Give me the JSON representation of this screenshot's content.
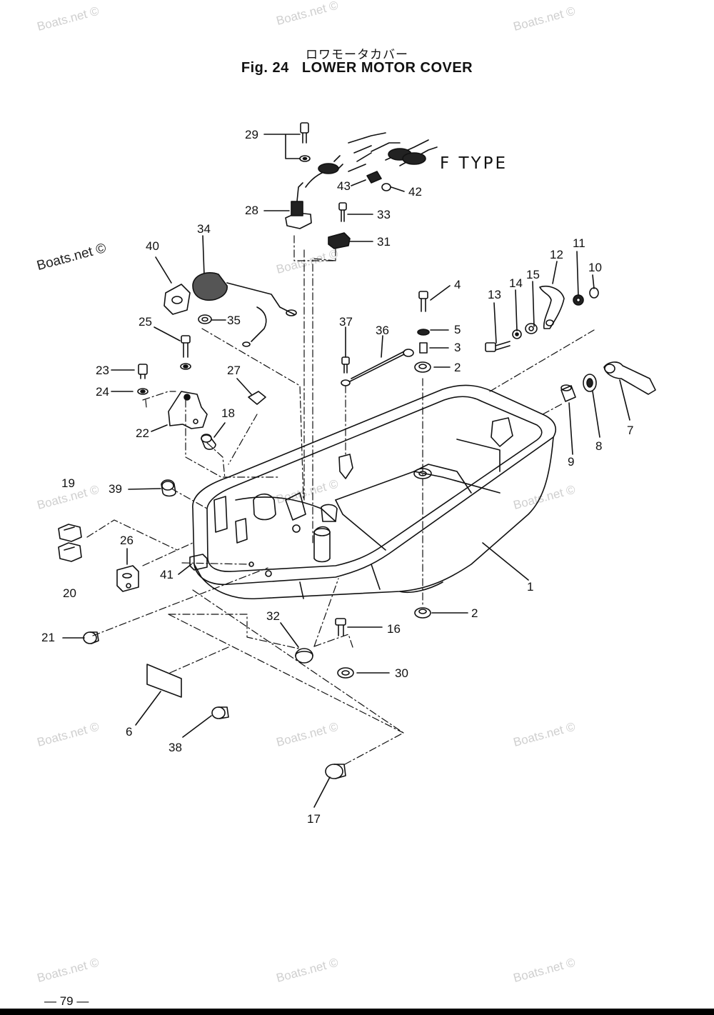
{
  "page": {
    "title_jp": "ロワモータカバー",
    "title_en": "Fig. 24   LOWER MOTOR COVER",
    "variant_label": "F TYPE",
    "page_number": "— 79 —",
    "watermark_text": "Boats.net ©",
    "watermark_label": "Boats.net ©"
  },
  "parts": [
    "1",
    "2",
    "2",
    "3",
    "4",
    "5",
    "6",
    "7",
    "8",
    "9",
    "10",
    "11",
    "12",
    "13",
    "14",
    "15",
    "16",
    "17",
    "18",
    "19",
    "20",
    "21",
    "22",
    "23",
    "24",
    "25",
    "26",
    "27",
    "28",
    "29",
    "30",
    "31",
    "32",
    "33",
    "34",
    "35",
    "36",
    "37",
    "38",
    "39",
    "40",
    "41",
    "42",
    "43"
  ],
  "colors": {
    "ink": "#111111",
    "watermark": "#cfcfcf",
    "background": "#ffffff"
  }
}
